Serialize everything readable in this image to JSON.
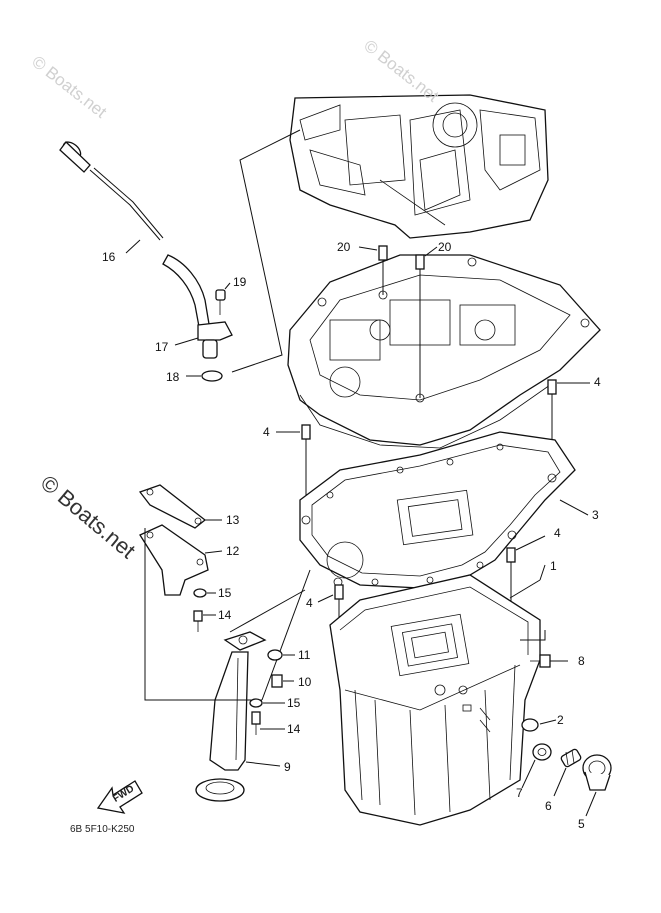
{
  "watermarks": {
    "top_left": "© Boats.net",
    "top_right": "© Boats.net",
    "middle": "© Boats.net"
  },
  "callouts": {
    "c1": "1",
    "c2": "2",
    "c3": "3",
    "c4a": "4",
    "c4b": "4",
    "c4c": "4",
    "c4d": "4",
    "c5": "5",
    "c6": "6",
    "c7": "7",
    "c8": "8",
    "c9": "9",
    "c10": "10",
    "c11": "11",
    "c12": "12",
    "c13": "13",
    "c14a": "14",
    "c14b": "14",
    "c15a": "15",
    "c15b": "15",
    "c16": "16",
    "c17": "17",
    "c18": "18",
    "c19": "19",
    "c20a": "20",
    "c20b": "20"
  },
  "fwd_label": "FWD",
  "drawing_code": "6B 5F10-K250"
}
